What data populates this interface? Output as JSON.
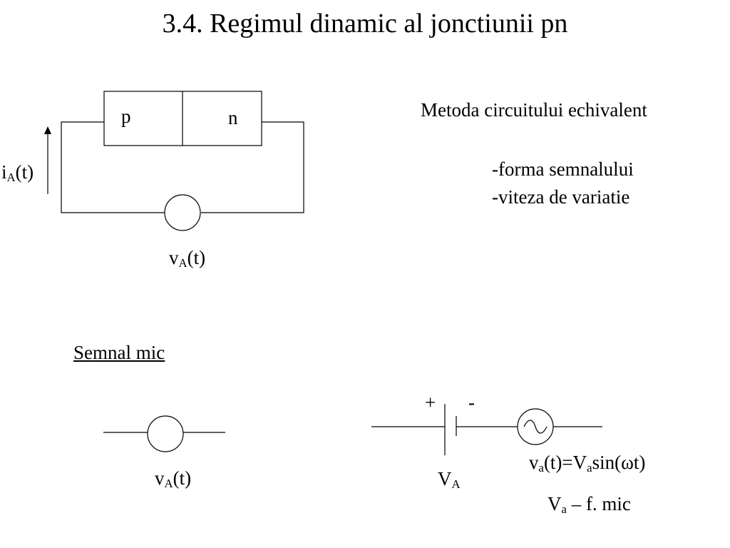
{
  "slide": {
    "title": "3.4. Regimul dinamic al jonctiunii pn"
  },
  "junction": {
    "p_label": "p",
    "n_label": "n"
  },
  "current_label": {
    "base": "i",
    "sub": "A",
    "rest": "(t)"
  },
  "source_top_label": {
    "base": "v",
    "sub": "A",
    "rest": "(t)"
  },
  "method": {
    "heading": "Metoda circuitului echivalent",
    "items": [
      "-forma semnalului",
      "-viteza de variatie"
    ]
  },
  "small_signal": {
    "heading": "Semnal mic",
    "source_label": {
      "base": "v",
      "sub": "A",
      "rest": "(t)"
    },
    "battery_plus": "+",
    "battery_minus": "-",
    "battery_label": {
      "base": "V",
      "sub": "A"
    },
    "equation": {
      "p1": "v",
      "s1": "a",
      "p2": "(t)=V",
      "s2": "a",
      "p3": "sin(ωt)"
    },
    "note": {
      "p1": "V",
      "s1": "a",
      "p2": " – f. mic"
    }
  }
}
